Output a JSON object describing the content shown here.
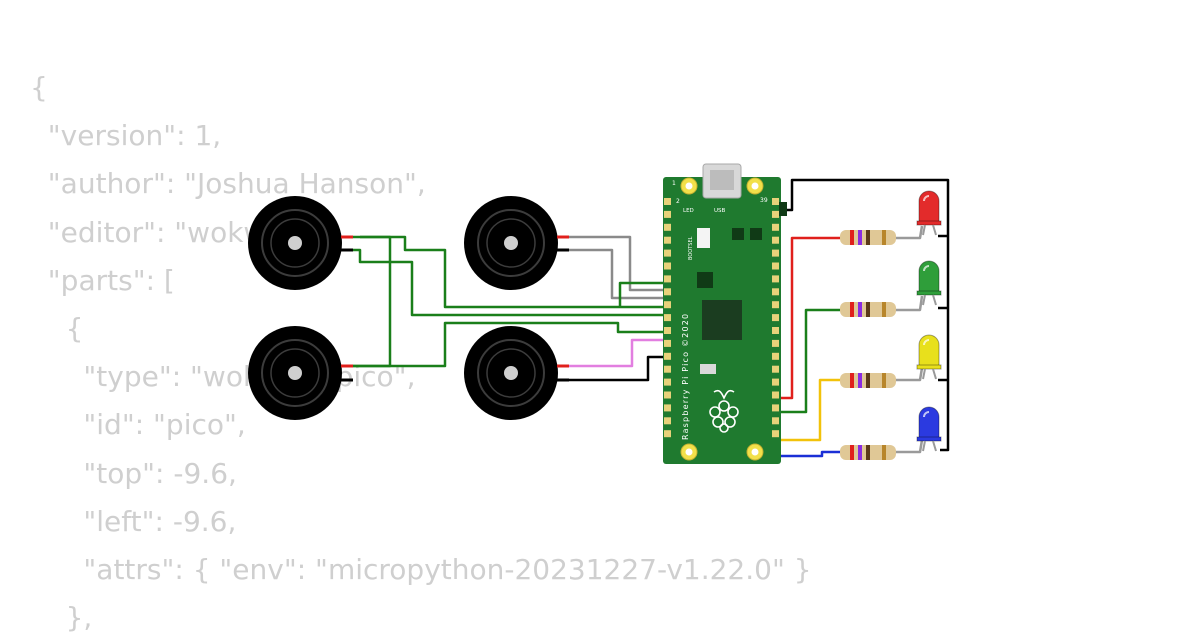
{
  "code_lines": [
    "{",
    "  \"version\": 1,",
    "  \"author\": \"Joshua Hanson\",",
    "  \"editor\": \"wokwi\",",
    "  \"parts\": [",
    "    {",
    "      \"type\": \"wokwi-pi-pico\",",
    "      \"id\": \"pico\",",
    "      \"top\": -9.6,",
    "      \"left\": -9.6,",
    "      \"attrs\": { \"env\": \"micropython-20231227-v1.22.0\" }",
    "    },"
  ],
  "board": {
    "label": "Raspberry Pi Pico ©2020",
    "led_label": "LED",
    "usb_label": "USB",
    "bootsel_label": "BOOTSEL",
    "pin_left_top": "1",
    "pin_left_second": "2",
    "pin_right_top": "39",
    "color": "#1f7a2f",
    "pin_color": "#e8d27a"
  },
  "buzzers": [
    {
      "name": "buzzer-1"
    },
    {
      "name": "buzzer-2"
    },
    {
      "name": "buzzer-3"
    },
    {
      "name": "buzzer-4"
    }
  ],
  "leds": [
    {
      "name": "led-red",
      "color": "#e32b2b"
    },
    {
      "name": "led-green",
      "color": "#2f9e3a"
    },
    {
      "name": "led-yellow",
      "color": "#e8e01c"
    },
    {
      "name": "led-blue",
      "color": "#2b3ae0"
    }
  ],
  "wire_colors": {
    "green": "#1a7f1a",
    "black": "#000000",
    "red": "#e0201c",
    "gray": "#8a8a8a",
    "violet": "#e27ee0",
    "yellow": "#f2c20a",
    "blue": "#1a2fd6"
  }
}
